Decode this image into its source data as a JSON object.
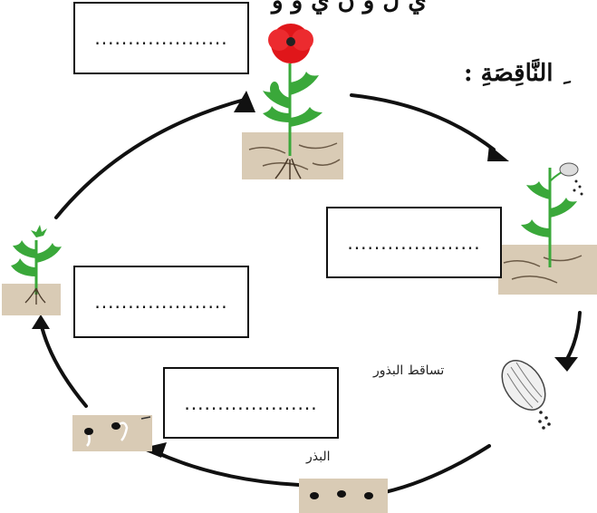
{
  "heading": {
    "top_line": "ي ل و ن ي و و",
    "second_line": "ِ النَّاقِصَةِ :"
  },
  "boxes": {
    "box_1": "....................",
    "box_2": "....................",
    "box_3": "....................",
    "box_4": "...................."
  },
  "labels": {
    "seed_fall": "تساقط البذور",
    "seed": "البذر"
  },
  "colors": {
    "petal": "#e0161a",
    "leaf": "#3aa83a",
    "soil": "#d9cbb5",
    "line": "#111111"
  }
}
